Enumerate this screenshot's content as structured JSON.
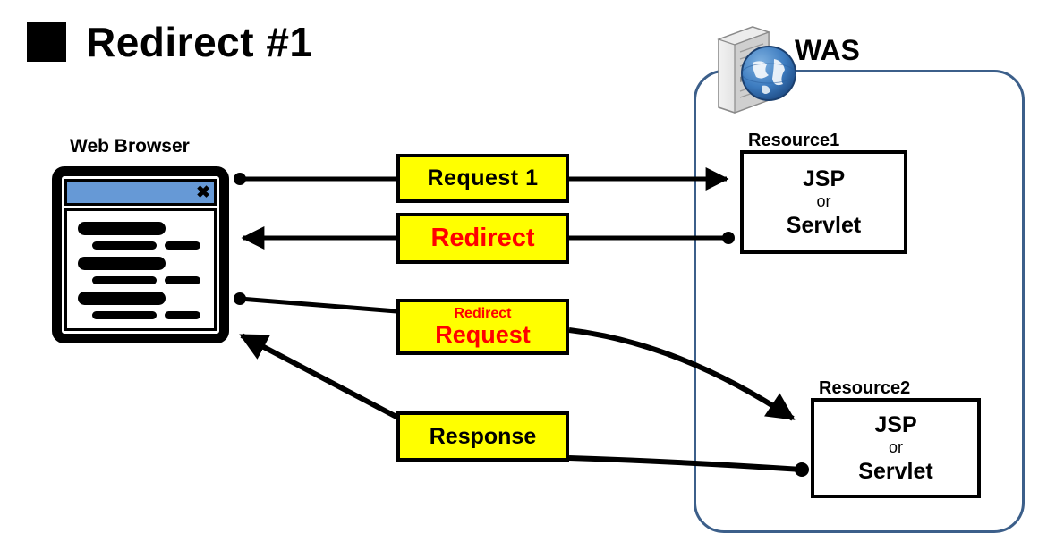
{
  "title": {
    "bullet": "filled-square",
    "text": "Redirect #1"
  },
  "browser": {
    "label": "Web Browser",
    "close_glyph": "✖",
    "titlebar_color": "#6699d6"
  },
  "was": {
    "label": "WAS",
    "border_color": "#3c5f8a",
    "icon": "server-globe-icon"
  },
  "resources": [
    {
      "label": "Resource1",
      "line1": "JSP",
      "line2": "or",
      "line3": "Servlet"
    },
    {
      "label": "Resource2",
      "line1": "JSP",
      "line2": "or",
      "line3": "Servlet"
    }
  ],
  "messages": [
    {
      "id": "request1",
      "text": "Request 1",
      "color": "#000000",
      "sub": "",
      "direction": "browser-to-resource1"
    },
    {
      "id": "redirect",
      "text": "Redirect",
      "color": "#ff0000",
      "sub": "",
      "direction": "resource1-to-browser"
    },
    {
      "id": "redirect-request",
      "text": "Request",
      "color": "#ff0000",
      "sub": "Redirect",
      "direction": "browser-to-resource2"
    },
    {
      "id": "response",
      "text": "Response",
      "color": "#000000",
      "sub": "",
      "direction": "resource2-to-browser"
    }
  ],
  "colors": {
    "box_fill": "#ffff00",
    "box_stroke": "#000000",
    "accent_red": "#ff0000",
    "wire": "#000000"
  }
}
